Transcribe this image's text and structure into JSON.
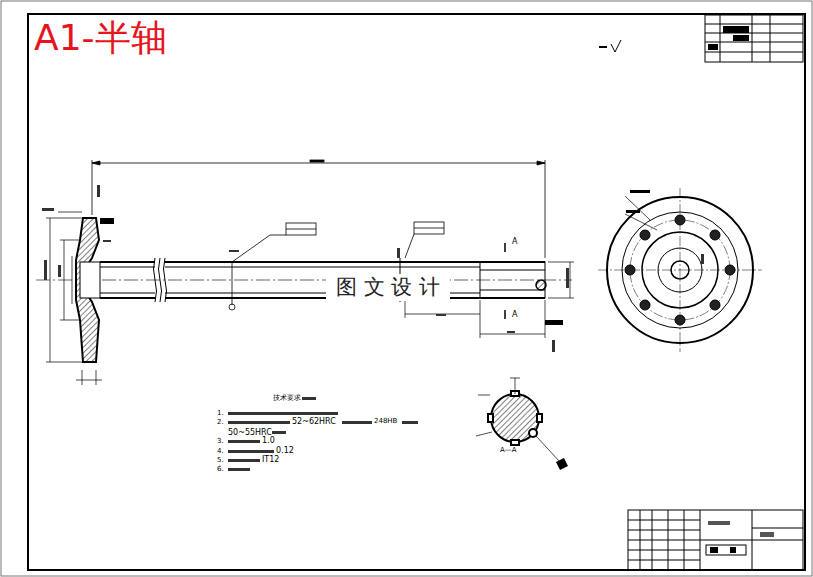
{
  "diagram": {
    "title": "A1-半轴",
    "labels": [
      "图 文 设 计",
      "A—A",
      "A",
      "A",
      "技术要求",
      "1.",
      "2.",
      "52~62HRC",
      "248HB",
      "50~55HRC",
      "3.",
      "1.0",
      "4.",
      "0.12",
      "5.",
      "IT12",
      "6."
    ]
  }
}
